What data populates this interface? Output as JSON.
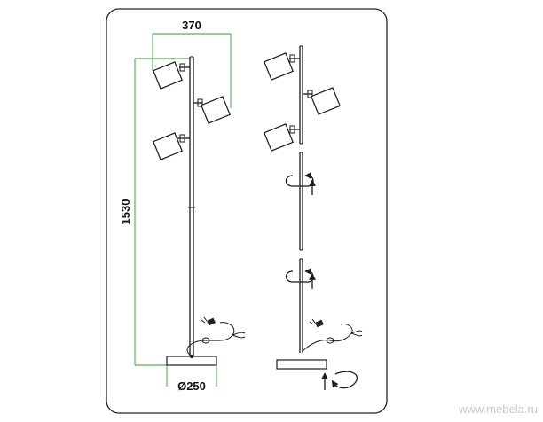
{
  "dimensions": {
    "width_label": "370",
    "height_label": "1530",
    "diameter_label": "Ø250"
  },
  "watermark": "www.mebela.ru",
  "colors": {
    "dimension_line": "#2e9a3a",
    "outline": "#1a1a1a",
    "watermark": "#c8c8c8"
  },
  "icons": {
    "rotate": "rotate-arrow-icon",
    "up": "arrow-up-icon",
    "plug": "power-plug-icon"
  }
}
